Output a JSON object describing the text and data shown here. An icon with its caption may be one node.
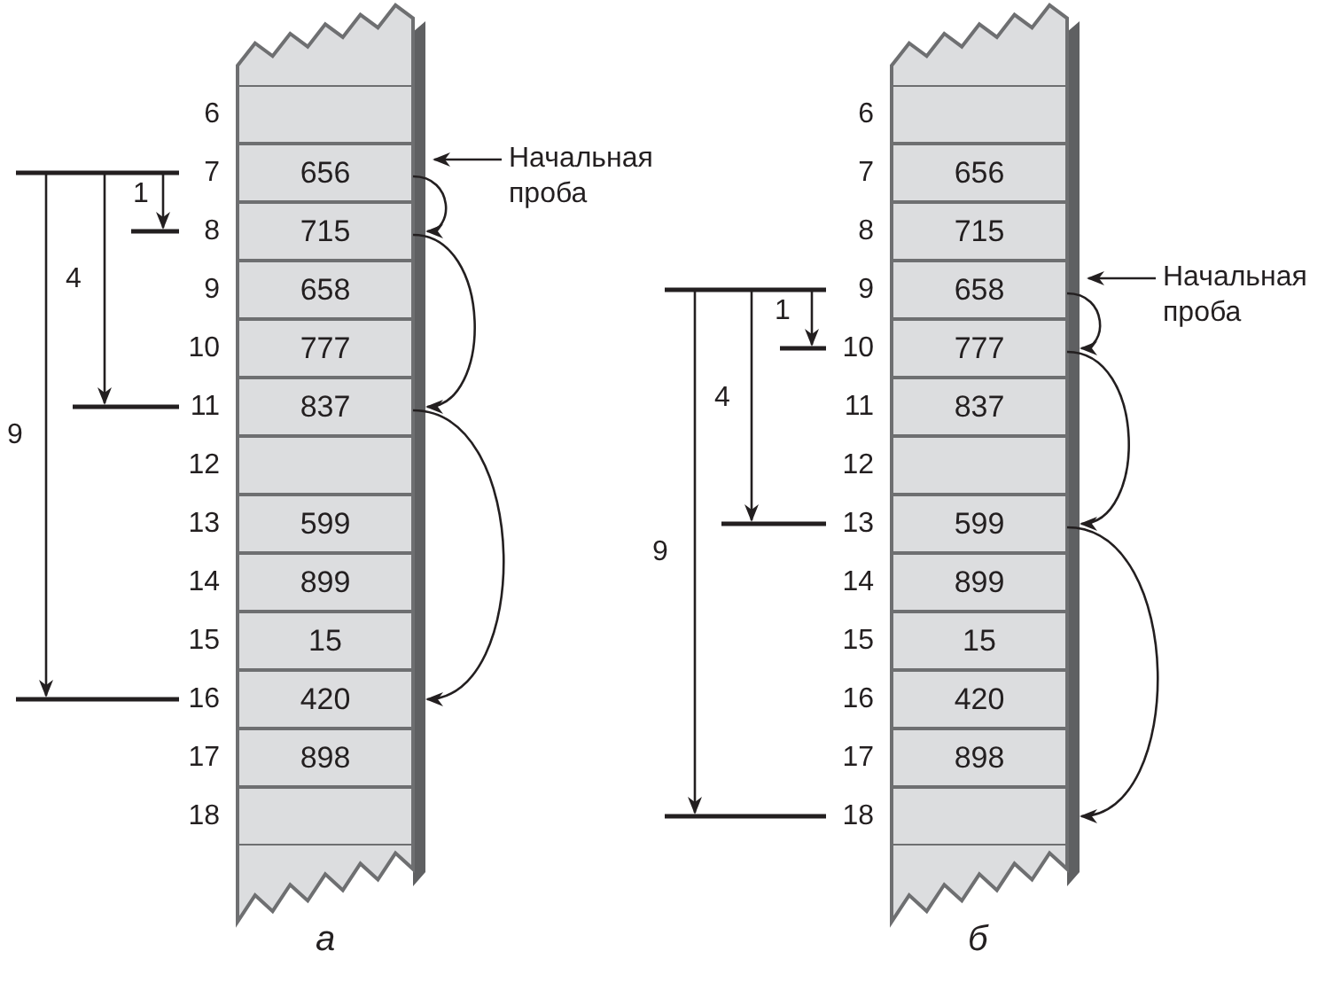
{
  "diagram": {
    "nodes": [
      {
        "text": [],
        "shape": "box",
        "beside": [
          "6"
        ]
      },
      {
        "text": [
          "656"
        ],
        "beside": [
          "7"
        ]
      },
      {
        "text": [
          "715"
        ],
        "beside": [
          "8"
        ]
      },
      {
        "text": [
          "658"
        ],
        "beside": [
          "9"
        ]
      },
      {
        "text": [
          "777"
        ],
        "beside": [
          "10"
        ]
      },
      {
        "text": [
          "837"
        ],
        "beside": [
          "11"
        ]
      },
      {
        "text": [],
        "shape": "box",
        "beside": [
          "12"
        ]
      },
      {
        "text": [
          "599"
        ],
        "beside": [
          "13"
        ]
      },
      {
        "text": [
          "899"
        ],
        "beside": [
          "14"
        ]
      },
      {
        "text": [
          "15"
        ],
        "beside": [
          "15"
        ]
      },
      {
        "text": [
          "420"
        ],
        "beside": [
          "16"
        ]
      },
      {
        "text": [
          "898"
        ],
        "beside": [
          "17"
        ]
      },
      {
        "text": [],
        "shape": "box",
        "beside": [
          "18"
        ]
      },
      {
        "text": [
          "Начальная проба"
        ]
      },
      {
        "text": [],
        "shape": "box",
        "beside": [
          "6"
        ]
      },
      {
        "text": [
          "656"
        ],
        "beside": [
          "7"
        ]
      },
      {
        "text": [
          "715"
        ],
        "beside": [
          "8"
        ]
      },
      {
        "text": [
          "658"
        ],
        "beside": [
          "9"
        ]
      },
      {
        "text": [
          "777"
        ],
        "beside": [
          "10"
        ]
      },
      {
        "text": [
          "837"
        ],
        "beside": [
          "11"
        ]
      },
      {
        "text": [],
        "shape": "box",
        "beside": [
          "12"
        ]
      },
      {
        "text": [
          "599"
        ],
        "beside": [
          "13"
        ]
      },
      {
        "text": [
          "899"
        ],
        "beside": [
          "14"
        ]
      },
      {
        "text": [
          "15"
        ],
        "beside": [
          "15"
        ]
      },
      {
        "text": [
          "420"
        ],
        "beside": [
          "16"
        ]
      },
      {
        "text": [
          "898"
        ],
        "beside": [
          "17"
        ]
      },
      {
        "text": [],
        "shape": "box",
        "beside": [
          "18"
        ]
      },
      {
        "text": [
          "Начальная проба"
        ]
      }
    ],
    "edges": [
      {
        "from": 13,
        "to": 1,
        "arrow": "to"
      },
      {
        "from": 1,
        "to": 2,
        "arrow": "to"
      },
      {
        "from": 2,
        "to": 5,
        "arrow": "to"
      },
      {
        "from": 5,
        "to": 10,
        "arrow": "to"
      },
      {
        "from": 27,
        "to": 17,
        "arrow": "to"
      },
      {
        "from": 17,
        "to": 18,
        "arrow": "to"
      },
      {
        "from": 18,
        "to": 21,
        "arrow": "to"
      },
      {
        "from": 21,
        "to": 26,
        "arrow": "to"
      }
    ],
    "labels": [
      "1",
      "4",
      "9",
      "а",
      "1",
      "4",
      "9",
      "б"
    ]
  }
}
